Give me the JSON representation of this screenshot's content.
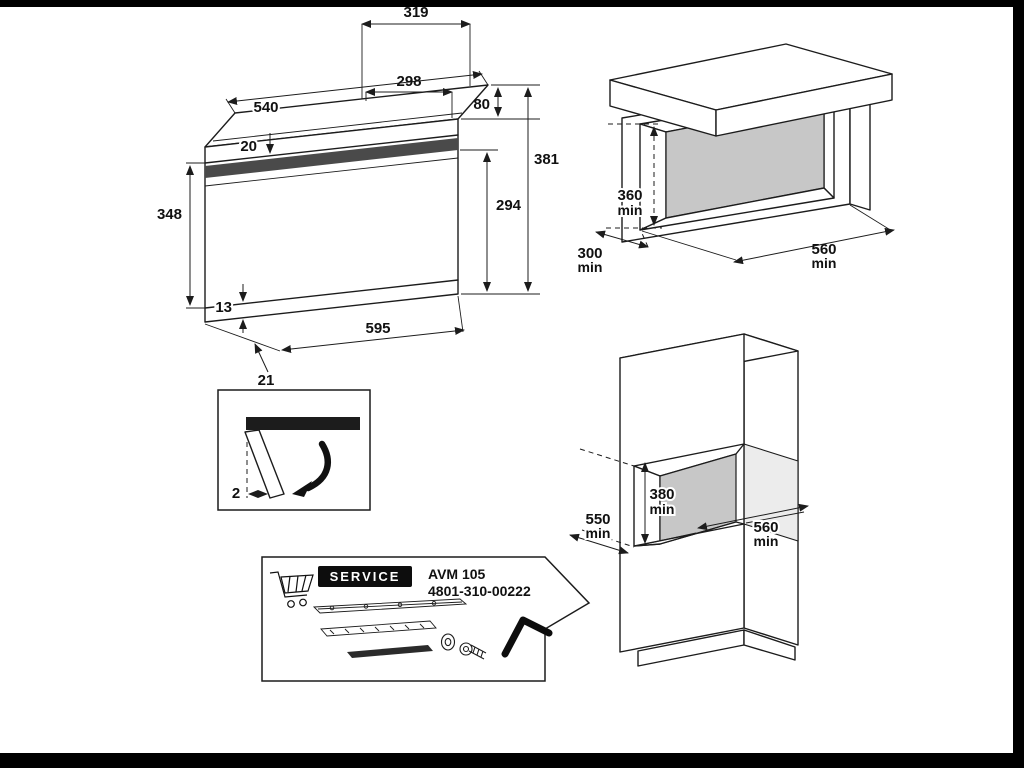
{
  "frame": {
    "bar_color": "#000000",
    "bg": "#ffffff"
  },
  "oven": {
    "d540": "540",
    "d20": "20",
    "d348": "348",
    "d13": "13",
    "d21": "21",
    "d595": "595",
    "d298": "298",
    "d319": "319",
    "d80": "80",
    "d294": "294",
    "d381": "381"
  },
  "upper_cabinet": {
    "height": "360",
    "height_unit": "min",
    "depth": "300",
    "depth_unit": "min",
    "width": "560",
    "width_unit": "min"
  },
  "hinge_detail": {
    "gap": "2"
  },
  "tall_cabinet": {
    "height": "380",
    "height_unit": "min",
    "depth": "550",
    "depth_unit": "min",
    "width": "560",
    "width_unit": "min"
  },
  "service_kit": {
    "badge": "SERVICE",
    "model": "AVM 105",
    "part_number": "4801-310-00222"
  }
}
